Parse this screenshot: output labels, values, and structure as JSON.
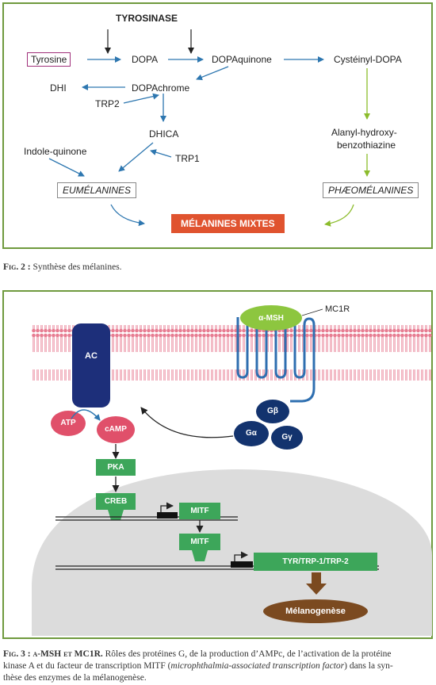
{
  "fig2": {
    "tyrosinase": "TYROSINASE",
    "tyrosine": "Tyrosine",
    "dopa": "DOPA",
    "dopaquinone": "DOPAquinone",
    "cysteinyl_dopa": "Cystéinyl-DOPA",
    "dhi": "DHI",
    "dopachrome": "DOPAchrome",
    "trp2": "TRP2",
    "dhica": "DHICA",
    "trp1": "TRP1",
    "indole_quinone": "Indole-quinone",
    "alanyl_line1": "Alanyl-hydroxy-",
    "alanyl_line2": "benzothiazine",
    "eumelanines": "EUMÉLANINES",
    "pheomelanines": "PHÆOMÉLANINES",
    "melanines_mixtes": "MÉLANINES MIXTES",
    "caption_label": "Fig. 2 :",
    "caption_text": " Synthèse des mélanines."
  },
  "fig3": {
    "msh": "α-MSH",
    "mc1r": "MC1R",
    "ac": "AC",
    "atp": "ATP",
    "camp": "cAMP",
    "g_beta": "Gβ",
    "g_alpha": "Gα",
    "g_gamma": "Gγ",
    "pka": "PKA",
    "creb": "CREB",
    "mitf_gene": "MITF",
    "mitf_protein": "MITF",
    "tyr_genes": "TYR/TRP-1/TRP-2",
    "melanogenese": "Mélanogenèse",
    "caption_label": "Fig. 3 : α-MSH et MC1R.",
    "caption_text_1": " Rôles des protéines G, de la production d’AMPc, de l’activation de la protéine",
    "caption_text_2a": "kinase A et du facteur de transcription MITF (",
    "caption_text_2b": "microphthalmia-associated transcription factor",
    "caption_text_2c": ") dans la syn-",
    "caption_text_3": "thèse des enzymes de la mélanogenèse."
  },
  "colors": {
    "frame_green": "#6f9a3e",
    "arrow_blue": "#2e77b0",
    "arrow_green": "#8cbc2c",
    "membrane_pink": "#e77d92",
    "ac_navy": "#1d2f7a",
    "g_protein_navy": "#13336e",
    "receptor_blue": "#2f6fb0",
    "msh_green": "#8dc63f",
    "atp_pink": "#e0506a",
    "box_green": "#3da65a",
    "nucleus_grey": "#dcdcdc",
    "melano_brown": "#7b4a20",
    "mixtes_orange": "#e0532f"
  }
}
